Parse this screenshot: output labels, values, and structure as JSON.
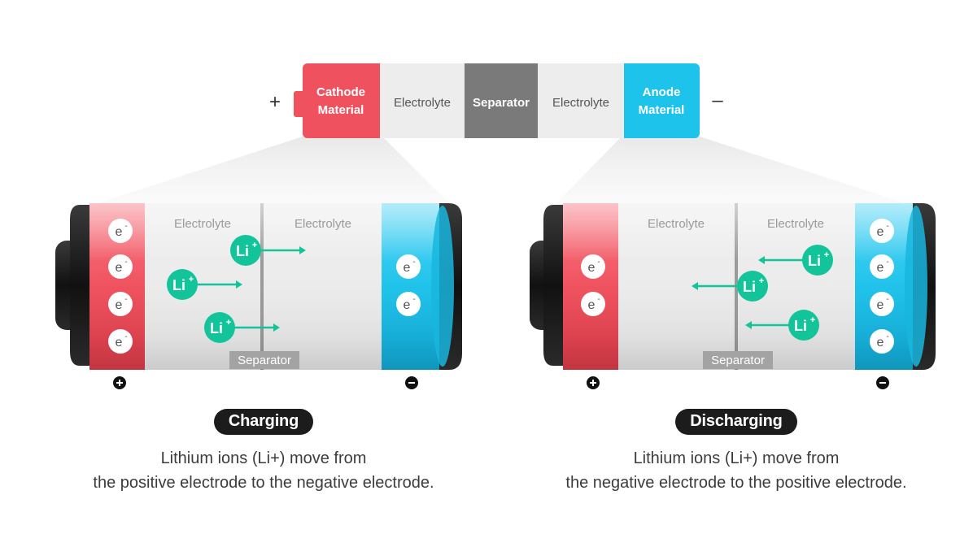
{
  "top_cell": {
    "plus_sign": "+",
    "minus_sign": "–",
    "cathode_line1": "Cathode",
    "cathode_line2": "Material",
    "electrolyte_left": "Electrolyte",
    "separator": "Separator",
    "electrolyte_right": "Electrolyte",
    "anode_line1": "Anode",
    "anode_line2": "Material"
  },
  "charging": {
    "electrolyte_left": "Electrolyte",
    "electrolyte_right": "Electrolyte",
    "separator": "Separator",
    "electron_label": "e",
    "ion_label": "Li",
    "title": "Charging",
    "desc_line1": "Lithium ions (Li+) move from",
    "desc_line2": "the positive electrode to the negative electrode."
  },
  "discharging": {
    "electrolyte_left": "Electrolyte",
    "electrolyte_right": "Electrolyte",
    "separator": "Separator",
    "electron_label": "e",
    "ion_label": "Li",
    "title": "Discharging",
    "desc_line1": "Lithium ions (Li+) move from",
    "desc_line2": "the negative electrode to the positive electrode."
  },
  "colors": {
    "cathode": "#f0515e",
    "anode": "#1ec3ec",
    "separator": "#7a7a7a",
    "ion": "#13c49a",
    "electrolyte": "#ececec"
  }
}
